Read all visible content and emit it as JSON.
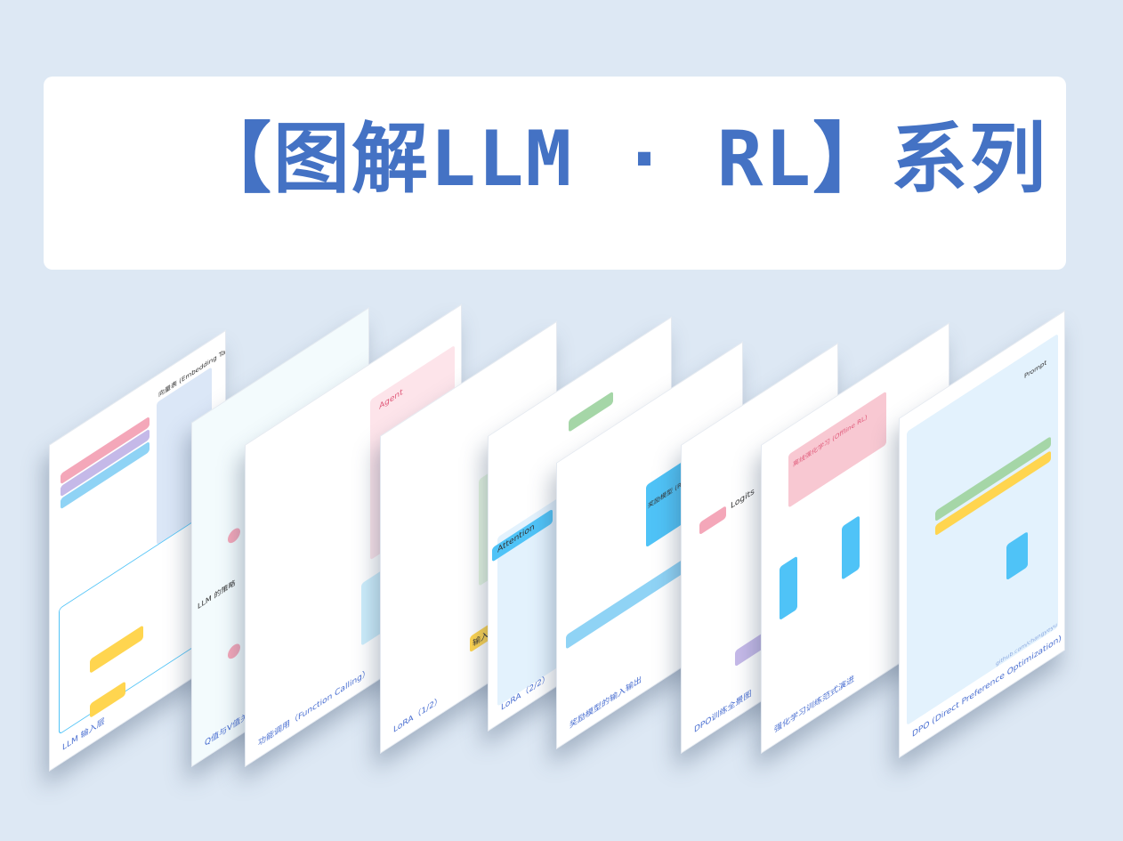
{
  "banner": {
    "title": "【图解LLM · RL】系列"
  },
  "pages": [
    {
      "caption": "LLM 输入层",
      "label": "向量表 (Embedding Table)",
      "accent": "#f4a7b9"
    },
    {
      "caption": "Q值与V值关系",
      "label": "LLM 的策略",
      "accent": "#4fc3f7"
    },
    {
      "caption": "功能调用（Function Calling）",
      "label": "Agent",
      "accent": "#f8c8d2"
    },
    {
      "caption": "LoRA（1/2）",
      "label": "输入 (X)",
      "accent": "#ffd54f"
    },
    {
      "caption": "LoRA（2/2）",
      "label": "Attention",
      "accent": "#a5d6a7"
    },
    {
      "caption": "奖励模型的输入输出",
      "label": "奖励模型 (Reward Model)",
      "accent": "#4fc3f7"
    },
    {
      "caption": "DPO训练全景图",
      "label": "Logits",
      "accent": "#c5b9e8"
    },
    {
      "caption": "强化学习训练范式演进",
      "label": "离线强化学习 (Offline RL)",
      "accent": "#f8c8d2"
    },
    {
      "caption": "DPO (Direct Preference Optimization)",
      "label": "Prompt",
      "accent": "#4fc3f7"
    }
  ],
  "footer_note": "github.com/changyeyu"
}
